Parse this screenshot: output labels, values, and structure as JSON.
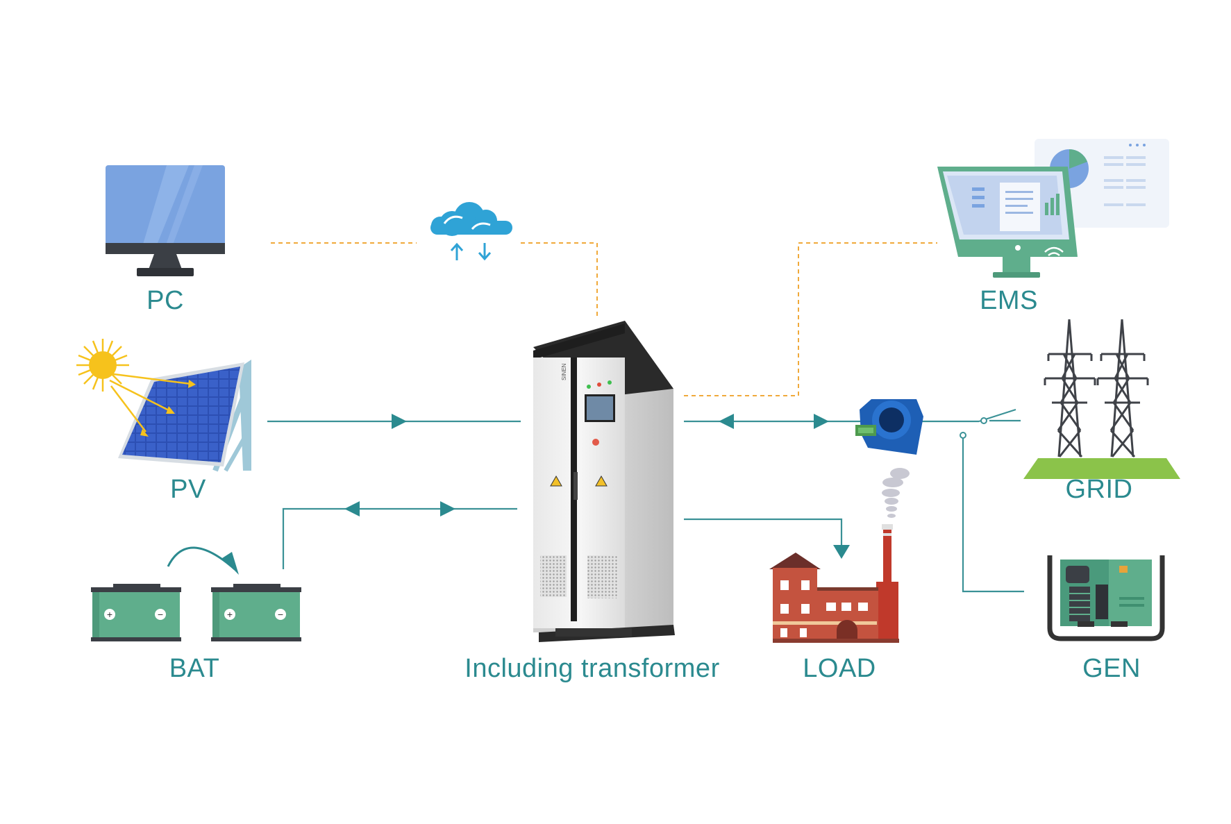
{
  "labels": {
    "pc": "PC",
    "pv": "PV",
    "bat": "BAT",
    "center": "Including transformer",
    "load": "LOAD",
    "ems": "EMS",
    "grid": "GRID",
    "gen": "GEN"
  },
  "colors": {
    "teal": "#2b8a8f",
    "teal_line": "#3a9196",
    "orange_dash": "#f0a93a",
    "battery": "#5fae8c",
    "cloud": "#2fa3d6",
    "monitor_blue": "#7aa3e0"
  },
  "icons": [
    "monitor-icon",
    "cloud-icon",
    "solar-panel-icon",
    "sun-icon",
    "battery-icon",
    "inverter-cabinet-icon",
    "factory-icon",
    "ems-monitor-icon",
    "current-sensor-icon",
    "transmission-tower-icon",
    "generator-icon"
  ]
}
